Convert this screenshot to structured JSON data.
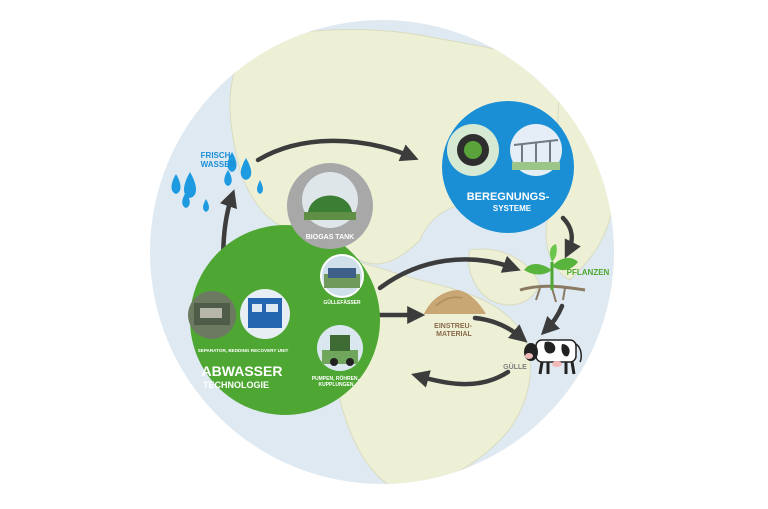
{
  "labels": {
    "frischwasser": "FRISCH-\nWASSER",
    "biogas": "BIOGAS TANK",
    "beregnung_title": "BEREGNUNGS-",
    "beregnung_sub": "SYSTEME",
    "pflanzen": "PFLANZEN",
    "gullefasser": "GÜLLEFÄSSER",
    "einstreu": "EINSTREU-\nMATERIAL",
    "separator": "SEPARATOR, BEDDING RECOVERY UNIT",
    "pumpen": "PUMPEN, RÖHREN,\nKUPPLUNGEN",
    "gulle": "GÜLLE",
    "abwasser_title": "ABWASSER",
    "abwasser_sub": "TECHNOLOGIE"
  },
  "colors": {
    "green": "#4ea733",
    "blue": "#1a8fd6",
    "gray_ring": "#a8a8a8",
    "arrow": "#3c3c3c",
    "ocean": "#dfe9f1",
    "land": "#eef0d6",
    "drop": "#1e9ae0"
  }
}
